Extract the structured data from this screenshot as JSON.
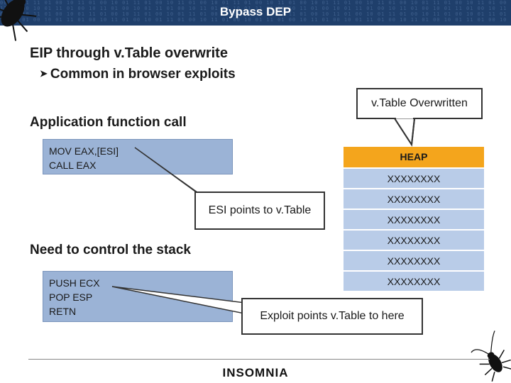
{
  "slide": {
    "title": "Bypass DEP",
    "footer_logo": "INSOMNIA"
  },
  "bullets": {
    "main": "EIP through v.Table overwrite",
    "sub": "Common in browser exploits",
    "sub_glyph": "➤"
  },
  "sections": {
    "app_call": "Application function call",
    "control_stack": "Need to control the stack"
  },
  "code_top": [
    "MOV EAX,[ESI]",
    "CALL EAX"
  ],
  "code_bottom": [
    "PUSH ECX",
    "POP ESP",
    "RETN"
  ],
  "callouts": {
    "vtable_overwritten": "v.Table Overwritten",
    "esi_points": "ESI points to v.Table",
    "exploit_points": "Exploit points v.Table to here"
  },
  "heap": {
    "title": "HEAP",
    "cells": [
      "XXXXXXXX",
      "XXXXXXXX",
      "XXXXXXXX",
      "XXXXXXXX",
      "XXXXXXXX",
      "XXXXXXXX"
    ]
  },
  "colors": {
    "header": "#1f3f6b",
    "code_box": "#9bb3d6",
    "heap_header": "#f4a51c",
    "heap_cell": "#b9cce8"
  },
  "icons": {
    "decoration_top_left": "cockroach-icon",
    "decoration_bottom_right": "cockroach-icon"
  }
}
